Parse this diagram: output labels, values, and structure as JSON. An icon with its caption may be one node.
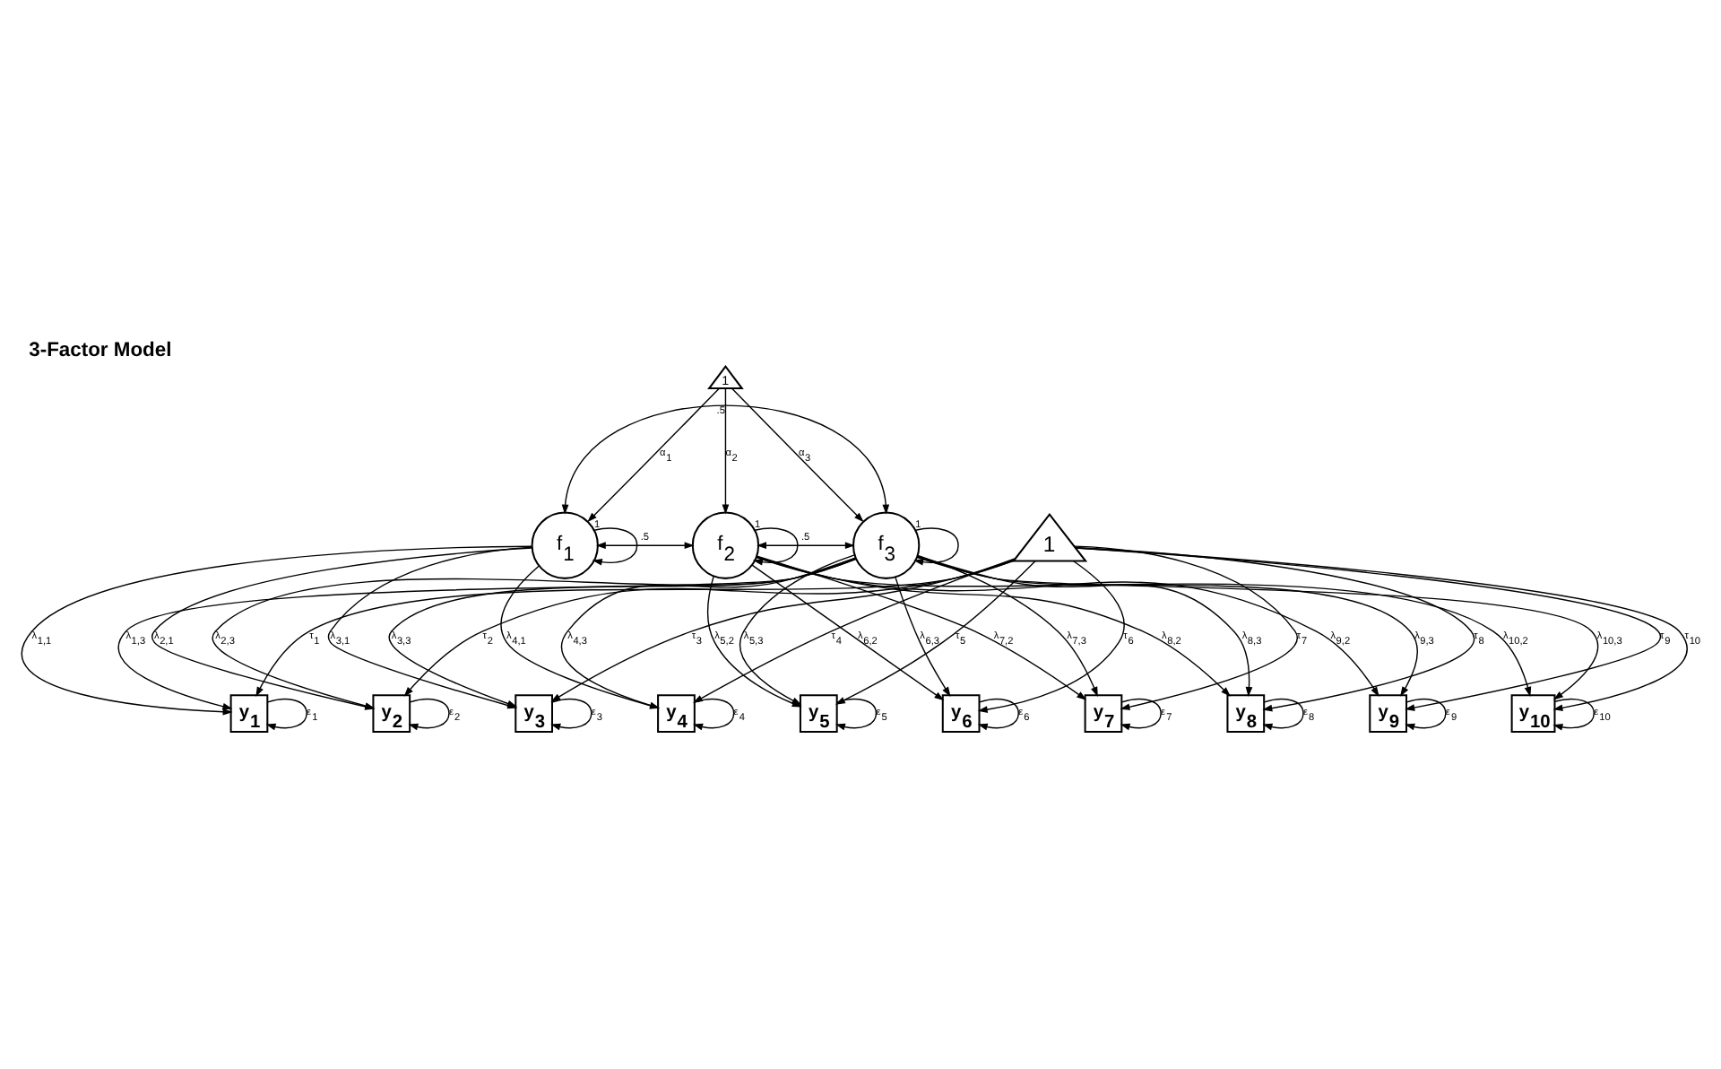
{
  "diagram": {
    "title": "3-Factor Model",
    "nodes": [
      {
        "text": [
          "1"
        ]
      },
      {
        "text": [
          "f$_{1}$"
        ]
      },
      {
        "text": [
          "f$_{2}$"
        ]
      },
      {
        "text": [
          "f$_{3}$"
        ]
      },
      {
        "text": [
          "1"
        ]
      },
      {
        "text": [
          "y$_{1}$"
        ]
      },
      {
        "text": [
          "y$_{2}$"
        ]
      },
      {
        "text": [
          "y$_{3}$"
        ]
      },
      {
        "text": [
          "y$_{4}$"
        ]
      },
      {
        "text": [
          "y$_{5}$"
        ]
      },
      {
        "text": [
          "y$_{6}$"
        ]
      },
      {
        "text": [
          "y$_{7}$"
        ]
      },
      {
        "text": [
          "y$_{8}$"
        ]
      },
      {
        "text": [
          "y$_{9}$"
        ]
      },
      {
        "text": [
          "y$_{10}$"
        ]
      }
    ],
    "edges": [
      {
        "from": 0,
        "to": 1,
        "arrow": "to",
        "label": "α$_{1}$"
      },
      {
        "from": 0,
        "to": 2,
        "arrow": "to",
        "label": "α$_{2}$"
      },
      {
        "from": 0,
        "to": 3,
        "arrow": "to",
        "label": "α$_{3}$"
      },
      {
        "from": 1,
        "to": 3,
        "arrow": "both",
        "label": ".5"
      },
      {
        "from": 1,
        "to": 2,
        "arrow": "both",
        "label": ".5"
      },
      {
        "from": 2,
        "to": 3,
        "arrow": "both",
        "label": ".5"
      },
      {
        "from": 1,
        "to": 1,
        "arrow": "to",
        "label": "1"
      },
      {
        "from": 2,
        "to": 2,
        "arrow": "to",
        "label": "1"
      },
      {
        "from": 3,
        "to": 3,
        "arrow": "to",
        "label": "1"
      },
      {
        "from": 1,
        "to": 5,
        "arrow": "to",
        "label": "λ$_{1,1}$"
      },
      {
        "from": 1,
        "to": 6,
        "arrow": "to",
        "label": "λ$_{2,1}$"
      },
      {
        "from": 1,
        "to": 7,
        "arrow": "to",
        "label": "λ$_{3,1}$"
      },
      {
        "from": 1,
        "to": 8,
        "arrow": "to",
        "label": "λ$_{4,1}$"
      },
      {
        "from": 2,
        "to": 9,
        "arrow": "to",
        "label": "λ$_{5,2}$"
      },
      {
        "from": 2,
        "to": 10,
        "arrow": "to",
        "label": "λ$_{6,2}$"
      },
      {
        "from": 2,
        "to": 11,
        "arrow": "to",
        "label": "λ$_{7,2}$"
      },
      {
        "from": 2,
        "to": 12,
        "arrow": "to",
        "label": "λ$_{8,2}$"
      },
      {
        "from": 2,
        "to": 13,
        "arrow": "to",
        "label": "λ$_{9,2}$"
      },
      {
        "from": 2,
        "to": 14,
        "arrow": "to",
        "label": "λ$_{10,2}$"
      },
      {
        "from": 3,
        "to": 5,
        "arrow": "to",
        "label": "λ$_{1,3}$"
      },
      {
        "from": 3,
        "to": 6,
        "arrow": "to",
        "label": "λ$_{2,3}$"
      },
      {
        "from": 3,
        "to": 7,
        "arrow": "to",
        "label": "λ$_{3,3}$"
      },
      {
        "from": 3,
        "to": 8,
        "arrow": "to",
        "label": "λ$_{4,3}$"
      },
      {
        "from": 3,
        "to": 9,
        "arrow": "to",
        "label": "λ$_{5,3}$"
      },
      {
        "from": 3,
        "to": 10,
        "arrow": "to",
        "label": "λ$_{6,3}$"
      },
      {
        "from": 3,
        "to": 11,
        "arrow": "to",
        "label": "λ$_{7,3}$"
      },
      {
        "from": 3,
        "to": 12,
        "arrow": "to",
        "label": "λ$_{8,3}$"
      },
      {
        "from": 3,
        "to": 13,
        "arrow": "to",
        "label": "λ$_{9,3}$"
      },
      {
        "from": 3,
        "to": 14,
        "arrow": "to",
        "label": "λ$_{10,3}$"
      },
      {
        "from": 4,
        "to": 5,
        "arrow": "to",
        "label": "τ$_{1}$"
      },
      {
        "from": 4,
        "to": 6,
        "arrow": "to",
        "label": "τ$_{2}$"
      },
      {
        "from": 4,
        "to": 7,
        "arrow": "to",
        "label": "τ$_{3}$"
      },
      {
        "from": 4,
        "to": 8,
        "arrow": "to",
        "label": "τ$_{4}$"
      },
      {
        "from": 4,
        "to": 9,
        "arrow": "to",
        "label": "τ$_{5}$"
      },
      {
        "from": 4,
        "to": 10,
        "arrow": "to",
        "label": "τ$_{6}$"
      },
      {
        "from": 4,
        "to": 11,
        "arrow": "to",
        "label": "τ$_{7}$"
      },
      {
        "from": 4,
        "to": 12,
        "arrow": "to",
        "label": "τ$_{8}$"
      },
      {
        "from": 4,
        "to": 13,
        "arrow": "to",
        "label": "τ$_{9}$"
      },
      {
        "from": 4,
        "to": 14,
        "arrow": "to",
        "label": "τ$_{10}$"
      },
      {
        "from": 5,
        "to": 5,
        "arrow": "to",
        "label": "ε$_{1}$"
      },
      {
        "from": 6,
        "to": 6,
        "arrow": "to",
        "label": "ε$_{2}$"
      },
      {
        "from": 7,
        "to": 7,
        "arrow": "to",
        "label": "ε$_{3}$"
      },
      {
        "from": 8,
        "to": 8,
        "arrow": "to",
        "label": "ε$_{4}$"
      },
      {
        "from": 9,
        "to": 9,
        "arrow": "to",
        "label": "ε$_{5}$"
      },
      {
        "from": 10,
        "to": 10,
        "arrow": "to",
        "label": "ε$_{6}$"
      },
      {
        "from": 11,
        "to": 11,
        "arrow": "to",
        "label": "ε$_{7}$"
      },
      {
        "from": 12,
        "to": 12,
        "arrow": "to",
        "label": "ε$_{8}$"
      },
      {
        "from": 13,
        "to": 13,
        "arrow": "to",
        "label": "ε$_{9}$"
      },
      {
        "from": 14,
        "to": 14,
        "arrow": "to",
        "label": "ε$_{10}$"
      }
    ]
  }
}
